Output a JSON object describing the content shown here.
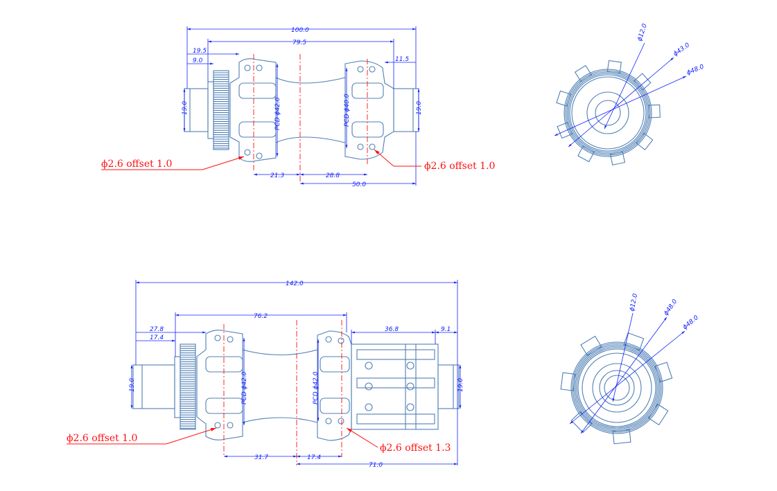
{
  "top_view": {
    "dims": {
      "overall": "100.0",
      "flange_span": "79.5",
      "left_a": "19.5",
      "left_b": "9.0",
      "right_a": "11.5",
      "end_left": "19.0",
      "end_right": "19.0",
      "pcd_left": "PCD ϕ42.0",
      "pcd_right": "PCD ϕ40.0",
      "c_left": "21.3",
      "c_right": "28.8",
      "c_to_end": "50.0"
    },
    "notes": {
      "left": "ϕ2.6 offset 1.0",
      "right": "ϕ2.6 offset 1.0"
    },
    "end_view": {
      "d1": "ϕ12.0",
      "d2": "ϕ43.0",
      "d3": "ϕ48.0"
    }
  },
  "bottom_view": {
    "dims": {
      "overall": "142.0",
      "flange_span": "76.2",
      "left_a": "27.8",
      "left_b": "17.4",
      "freehub": "36.8",
      "right_a": "9.1",
      "end_left": "19.0",
      "end_right": "19.0",
      "pcd_left": "PCD ϕ42.0",
      "pcd_right": "PCD ϕ42.0",
      "c_left": "31.7",
      "c_right": "17.4",
      "c_to_end": "71.0"
    },
    "notes": {
      "left": "ϕ2.6 offset 1.0",
      "right": "ϕ2.6 offset 1.3"
    },
    "end_view": {
      "d1": "ϕ12.0",
      "d2": "ϕ48.0",
      "d3": "ϕ48.0"
    }
  },
  "colors": {
    "outline": "#4f7fb5",
    "dimension": "#1020ff",
    "annotation": "#ff1010"
  }
}
